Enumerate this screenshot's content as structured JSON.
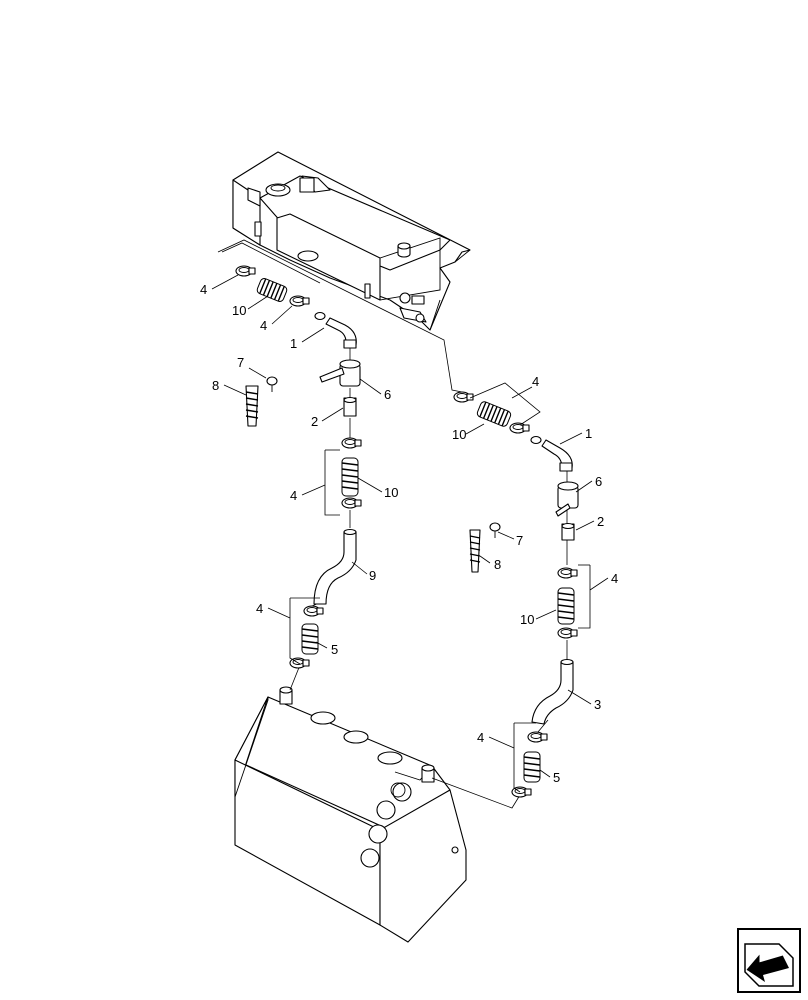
{
  "callouts": {
    "left": {
      "c1": "1",
      "c2": "2",
      "c4a": "4",
      "c4b": "4",
      "c4c": "4",
      "c4d": "4",
      "c5": "5",
      "c6": "6",
      "c7": "7",
      "c8": "8",
      "c9": "9",
      "c10a": "10",
      "c10b": "10"
    },
    "right": {
      "c1": "1",
      "c2": "2",
      "c3": "3",
      "c4a": "4",
      "c4b": "4",
      "c4c": "4",
      "c5": "5",
      "c6": "6",
      "c7": "7",
      "c8": "8",
      "c10a": "10",
      "c10b": "10"
    }
  },
  "icons": {
    "nav": "return-arrow-icon"
  },
  "colors": {
    "line": "#000000",
    "background": "#ffffff"
  }
}
